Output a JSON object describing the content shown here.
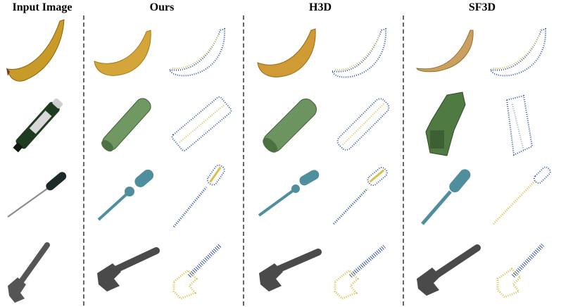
{
  "columns": [
    {
      "label": "Input Image"
    },
    {
      "label": "Ours"
    },
    {
      "label": "H3D"
    },
    {
      "label": "SF3D"
    }
  ],
  "rows": [
    {
      "object": "banana"
    },
    {
      "object": "marker"
    },
    {
      "object": "screwdriver"
    },
    {
      "object": "wrench"
    }
  ],
  "colors": {
    "divider": "#666666",
    "banana_input": "#c89a28",
    "banana_mesh": "#d4a63a",
    "banana_sf3d": "#caa060",
    "marker_input": "#1f3b20",
    "marker_mesh": "#6f9863",
    "screwdriver_input": "#1e2a2a",
    "screwdriver_mesh": "#4f8e9c",
    "wrench_input": "#555555",
    "wrench_mesh": "#4a4a4a",
    "pointcloud_blue": "#2a4fa0",
    "pointcloud_yellow": "#d8c04a"
  }
}
